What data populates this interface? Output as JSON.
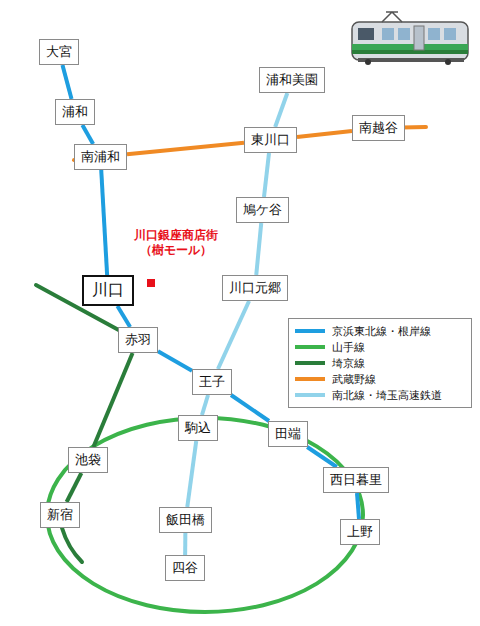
{
  "diagram": {
    "nodes": [
      {
        "text": [
          "大宮"
        ]
      },
      {
        "text": [
          "浦和美園"
        ]
      },
      {
        "text": [
          "浦和"
        ]
      },
      {
        "text": [
          "東川口"
        ]
      },
      {
        "text": [
          "南越谷"
        ]
      },
      {
        "text": [
          "南浦和"
        ]
      },
      {
        "text": [
          "鳩ケ谷"
        ]
      },
      {
        "text": [
          "川口"
        ]
      },
      {
        "text": [
          "川口元郷"
        ]
      },
      {
        "text": [
          "赤羽"
        ]
      },
      {
        "text": [
          "王子"
        ]
      },
      {
        "text": [
          "駒込"
        ]
      },
      {
        "text": [
          "田端"
        ]
      },
      {
        "text": [
          "池袋"
        ]
      },
      {
        "text": [
          "西日暮里"
        ]
      },
      {
        "text": [
          "新宿"
        ]
      },
      {
        "text": [
          "飯田橋"
        ]
      },
      {
        "text": [
          "上野"
        ]
      },
      {
        "text": [
          "四谷"
        ]
      }
    ],
    "edges": [
      {
        "from": 0,
        "to": 2,
        "arrow": "none"
      },
      {
        "from": 2,
        "to": 5,
        "arrow": "none"
      },
      {
        "from": 5,
        "to": 7,
        "arrow": "none"
      },
      {
        "from": 7,
        "to": 9,
        "arrow": "none"
      },
      {
        "from": 9,
        "to": 10,
        "arrow": "none"
      },
      {
        "from": 10,
        "to": 12,
        "arrow": "none"
      },
      {
        "from": 12,
        "to": 14,
        "arrow": "none"
      },
      {
        "from": 14,
        "to": 17,
        "arrow": "none"
      },
      {
        "from": 9,
        "to": 13,
        "arrow": "none"
      },
      {
        "from": 13,
        "to": 15,
        "arrow": "none"
      },
      {
        "from": 5,
        "to": 3,
        "arrow": "none"
      },
      {
        "from": 3,
        "to": 4,
        "arrow": "none"
      },
      {
        "from": 1,
        "to": 3,
        "arrow": "none"
      },
      {
        "from": 3,
        "to": 6,
        "arrow": "none"
      },
      {
        "from": 6,
        "to": 8,
        "arrow": "none"
      },
      {
        "from": 8,
        "to": 10,
        "arrow": "none"
      },
      {
        "from": 10,
        "to": 11,
        "arrow": "none"
      },
      {
        "from": 11,
        "to": 16,
        "arrow": "none"
      },
      {
        "from": 16,
        "to": 18,
        "arrow": "none"
      }
    ],
    "labels": [
      "川口銀座商店街 （樹モール）"
    ],
    "legend": [
      {
        "text": "京浜東北線・根岸線",
        "color": "#1e9ee0"
      },
      {
        "text": "山手線",
        "color": "#3cb44b"
      },
      {
        "text": "埼京線",
        "color": "#2a7d3a"
      },
      {
        "text": "武蔵野線",
        "color": "#f08a24"
      },
      {
        "text": "南北線・埼玉高速鉄道",
        "color": "#91d3ea"
      }
    ]
  }
}
